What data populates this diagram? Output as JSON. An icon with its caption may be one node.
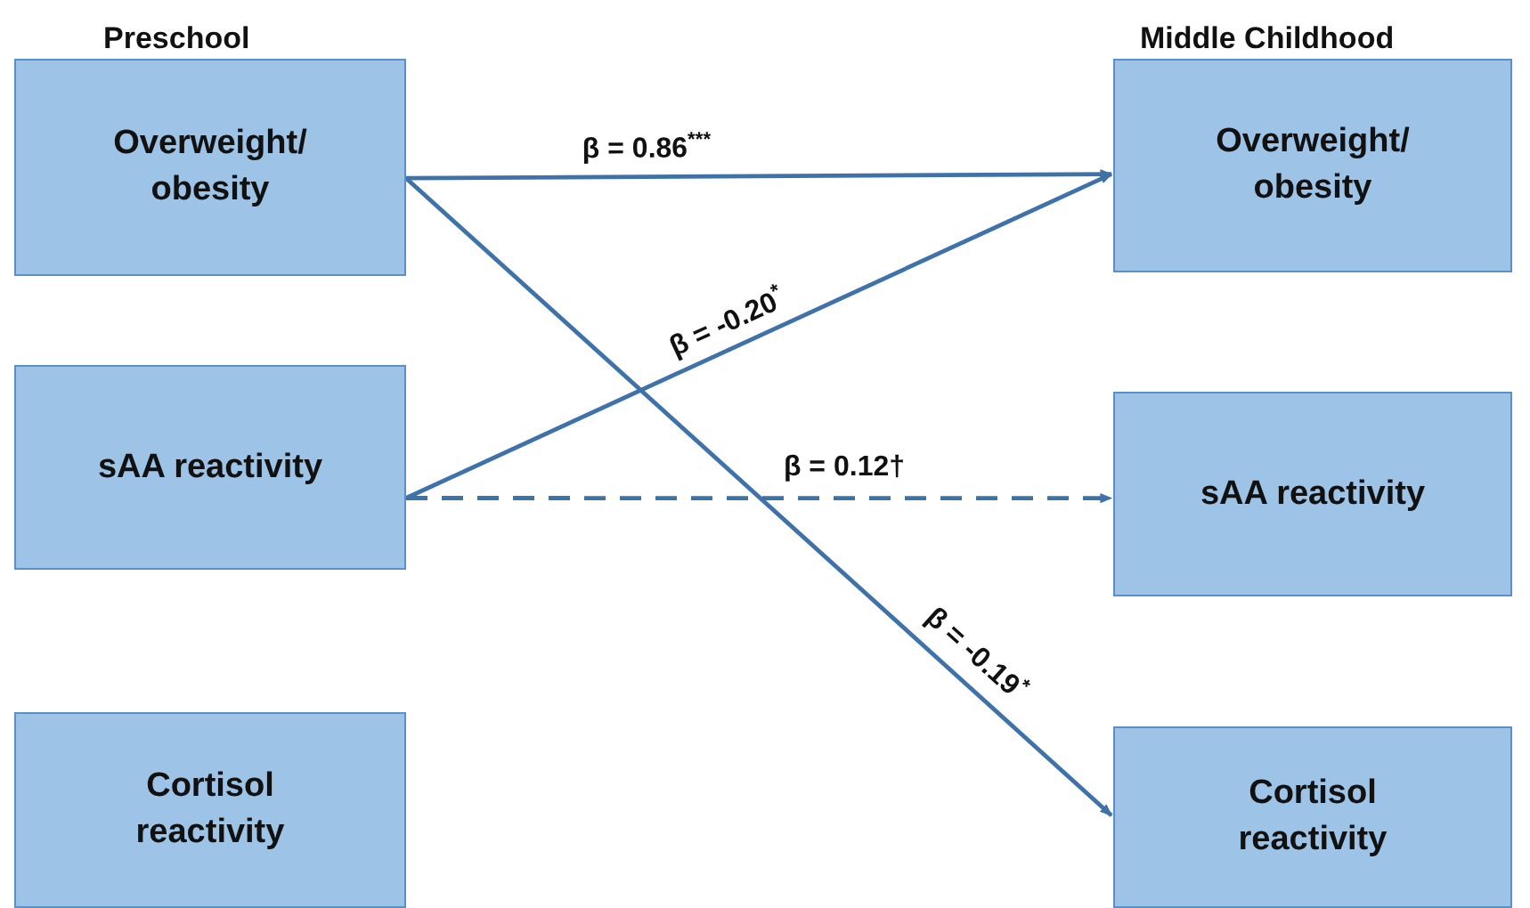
{
  "diagram": {
    "nodes": [
      {
        "text": [
          "Overweight/ obesity"
        ]
      },
      {
        "text": [
          "sAA reactivity"
        ]
      },
      {
        "text": [
          "Cortisol reactivity"
        ]
      },
      {
        "text": [
          "Overweight/ obesity"
        ]
      },
      {
        "text": [
          "sAA reactivity"
        ]
      },
      {
        "text": [
          "Cortisol reactivity"
        ]
      }
    ],
    "edges": [
      {
        "from": 0,
        "to": 3,
        "arrow": "to",
        "label": "β = 0.86$^{***}$"
      },
      {
        "from": 1,
        "to": 3,
        "arrow": "to",
        "label": "β = -0.20$^{*}$"
      },
      {
        "from": 1,
        "to": 4,
        "arrow": "to",
        "label": "β = 0.12†",
        "style": "dashed"
      },
      {
        "from": 0,
        "to": 5,
        "arrow": "to",
        "label": "β = -0.19$^{*}$"
      }
    ],
    "labels": [
      "Preschool",
      "Middle Childhood"
    ]
  }
}
